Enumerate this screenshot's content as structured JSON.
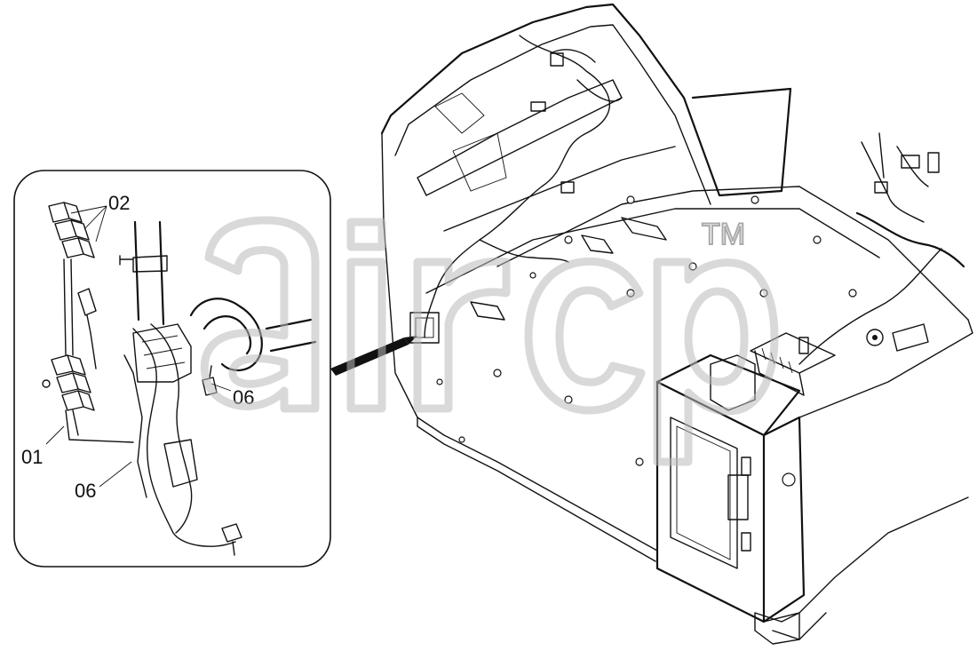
{
  "callouts": {
    "c02": "02",
    "c01": "01",
    "c06a": "06",
    "c06b": "06"
  },
  "watermark": {
    "trademark": "TM"
  }
}
